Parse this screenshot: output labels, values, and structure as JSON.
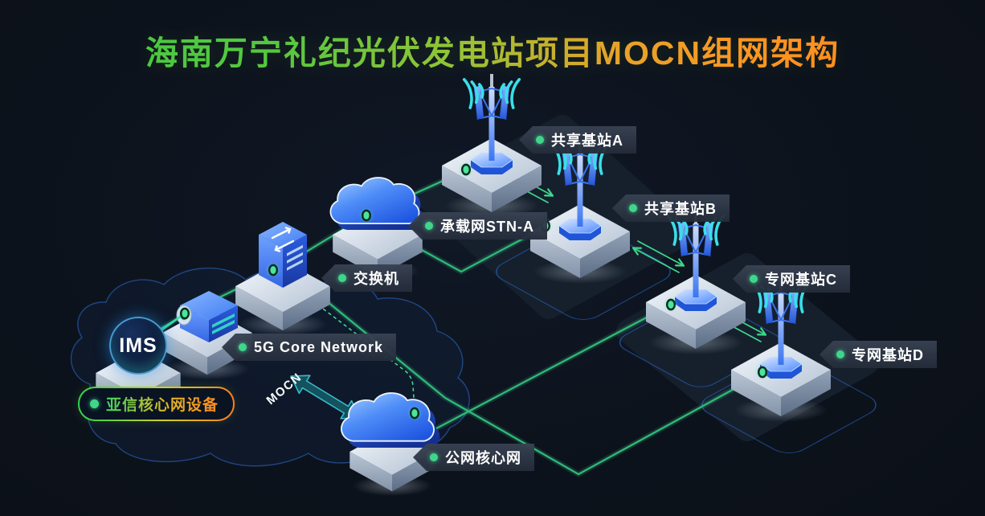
{
  "title": {
    "text": "海南万宁礼纪光伏发电站项目MOCN组网架构"
  },
  "nodes": {
    "base_station_a": {
      "label": "共享基站A"
    },
    "base_station_b": {
      "label": "共享基站B"
    },
    "base_station_c": {
      "label": "专网基站C"
    },
    "base_station_d": {
      "label": "专网基站D"
    },
    "transport_cloud": {
      "label": "承载网STN-A"
    },
    "switch": {
      "label": "交换机"
    },
    "core_network": {
      "label": "5G Core Network"
    },
    "ims": {
      "label": "IMS"
    },
    "public_core": {
      "label": "公网核心网"
    }
  },
  "badges": {
    "asiainfo": {
      "label": "亚信核心网设备"
    },
    "mocn": {
      "label": "MOCN"
    }
  },
  "colors": {
    "background": "#0c121b",
    "line_green": "#2fb878",
    "dot_green": "#4ae59b",
    "accent_cyan": "#38e0e8",
    "tower_blue": "#2f6ef0",
    "label_bg": "#2b3544",
    "cloud_outline": "#2e6fd0",
    "teal_arrow": "#13525e",
    "title_green": "#3fc943",
    "title_orange": "#ff871b"
  }
}
